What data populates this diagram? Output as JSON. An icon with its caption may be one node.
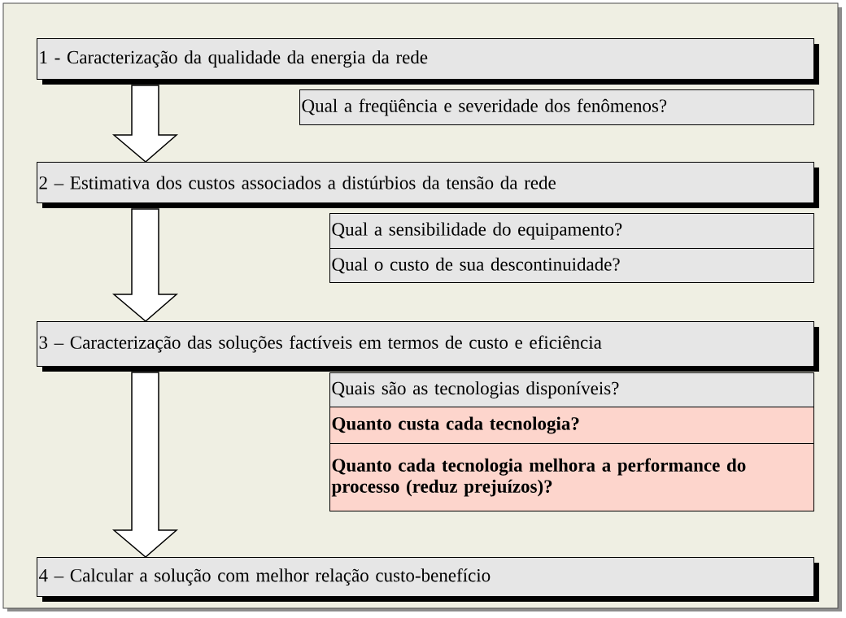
{
  "diagram": {
    "nodes": [
      {
        "text": [
          "1 - Caracterização da qualidade da energia da rede"
        ]
      },
      {
        "text": [
          "Qual a freqüência e severidade dos fenômenos?"
        ]
      },
      {
        "text": [
          "2 – Estimativa dos custos associados a distúrbios da tensão da rede"
        ]
      },
      {
        "text": [
          "Qual a sensibilidade do equipamento?"
        ]
      },
      {
        "text": [
          "Qual o custo de sua descontinuidade?"
        ]
      },
      {
        "text": [
          "3 – Caracterização das soluções factíveis em termos de custo e eficiência"
        ]
      },
      {
        "text": [
          "Quais são as tecnologias disponíveis?"
        ]
      },
      {
        "text": [
          "Quanto custa cada tecnologia?"
        ]
      },
      {
        "text": [
          "Quanto cada tecnologia melhora a performance do processo (reduz prejuízos)?"
        ]
      },
      {
        "text": [
          "4 – Calcular a solução com melhor relação custo-benefício"
        ]
      }
    ],
    "edges": [
      {
        "from": 0,
        "to": 2,
        "arrow": "to"
      },
      {
        "from": 2,
        "to": 5,
        "arrow": "to"
      },
      {
        "from": 5,
        "to": 9,
        "arrow": "to"
      }
    ]
  }
}
